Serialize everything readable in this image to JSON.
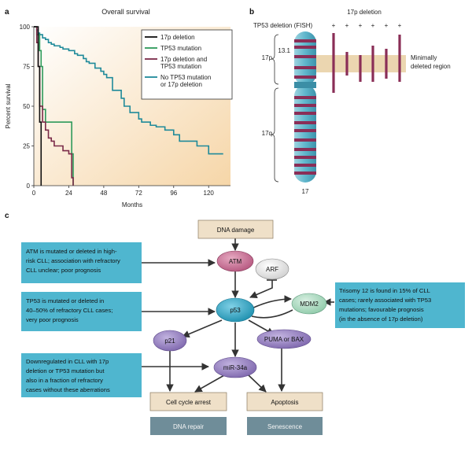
{
  "panel_a": {
    "letter": "a",
    "title": "Overall survival",
    "ylabel": "Percent survival",
    "xlabel": "Months",
    "yticks": [
      "100",
      "75",
      "50",
      "25",
      "0"
    ],
    "xticks": [
      "0",
      "24",
      "48",
      "72",
      "96",
      "120"
    ],
    "legend": [
      {
        "label_lines": [
          "17p deletion"
        ],
        "color": "#111111"
      },
      {
        "label_lines": [
          "TP53 mutation"
        ],
        "color": "#2e9a5a"
      },
      {
        "label_lines": [
          "17p deletion and",
          "TP53 mutation"
        ],
        "color": "#7a2a48"
      },
      {
        "label_lines": [
          "No TP53 mutation",
          "or 17p deletion"
        ],
        "color": "#1f8a9a"
      }
    ]
  },
  "chart_data": {
    "type": "line",
    "title": "Overall survival",
    "xlabel": "Months",
    "ylabel": "Percent survival",
    "xlim": [
      0,
      135
    ],
    "ylim": [
      0,
      100
    ],
    "series": [
      {
        "name": "17p deletion",
        "color": "#111111",
        "x": [
          0,
          2,
          3,
          3,
          4,
          4,
          5,
          5
        ],
        "y": [
          100,
          100,
          90,
          75,
          60,
          40,
          20,
          0
        ]
      },
      {
        "name": "TP53 mutation",
        "color": "#2e9a5a",
        "x": [
          0,
          2,
          4,
          5,
          6,
          6,
          8,
          8,
          26,
          26,
          27,
          27
        ],
        "y": [
          100,
          95,
          85,
          75,
          60,
          48,
          48,
          40,
          40,
          20,
          20,
          0
        ]
      },
      {
        "name": "17p deletion and TP53 mutation",
        "color": "#7a2a48",
        "x": [
          0,
          2,
          3,
          4,
          6,
          8,
          10,
          12,
          14,
          16,
          20,
          24,
          26,
          26,
          27,
          27
        ],
        "y": [
          100,
          90,
          75,
          50,
          40,
          35,
          30,
          28,
          25,
          25,
          22,
          20,
          12,
          5,
          5,
          0
        ]
      },
      {
        "name": "No TP53 mutation or 17p deletion",
        "color": "#1f8a9a",
        "x": [
          0,
          2,
          3,
          4,
          6,
          8,
          10,
          12,
          14,
          18,
          20,
          24,
          28,
          30,
          34,
          36,
          38,
          42,
          46,
          48,
          50,
          54,
          60,
          62,
          66,
          72,
          74,
          80,
          84,
          90,
          96,
          100,
          108,
          112,
          120,
          124,
          130
        ],
        "y": [
          100,
          98,
          96,
          95,
          93,
          92,
          90,
          89,
          88,
          87,
          86,
          85,
          83,
          82,
          80,
          78,
          77,
          74,
          72,
          70,
          68,
          60,
          55,
          50,
          46,
          42,
          40,
          38,
          37,
          35,
          32,
          28,
          28,
          25,
          20,
          20,
          20
        ]
      }
    ]
  },
  "panel_b": {
    "letter": "b",
    "tp53_label": "TP53 deletion (FISH)",
    "top_label": "17p deletion",
    "markers": [
      "+",
      "+",
      "+",
      "+",
      "+",
      "+"
    ],
    "arm_p": "17p",
    "arm_q": "17q",
    "band": "13.1",
    "chromosome_number": "17",
    "region_label_lines": [
      "Minimally",
      "deleted region"
    ],
    "colors": {
      "chromosome": "#5fb6cc",
      "bands": "#8a2e57",
      "region": "#e8cfa2"
    }
  },
  "panel_c": {
    "letter": "c",
    "nodes": {
      "dna_damage": "DNA damage",
      "atm": "ATM",
      "arf": "ARF",
      "p53": "p53",
      "mdm2": "MDM2",
      "p21": "p21",
      "puma": "PUMA or BAX",
      "mir": "miR-34a",
      "arrest": "Cell cycle arrest",
      "apoptosis": "Apoptosis",
      "repair": "DNA repair",
      "senescence": "Senescence"
    },
    "notes": {
      "atm": [
        "ATM is mutated or deleted in high-",
        "risk CLL; association with refractory",
        "CLL unclear; poor prognosis"
      ],
      "tp53": [
        "TP53 is mutated or deleted in",
        "40–50% of refractory CLL cases;",
        "very poor prognosis"
      ],
      "trisomy": [
        "Trisomy 12 is found in 15% of CLL",
        "cases; rarely associated with TP53",
        "mutations; favourable prognosis",
        "(in the absence of 17p deletion)"
      ],
      "mir": [
        "Downregulated in CLL with 17p",
        "deletion or TP53 mutation but",
        "also in a fraction of refractory",
        "cases without these aberrations"
      ]
    },
    "colors": {
      "note_box": "#4fb6cf",
      "tan_box": "#efe0c8",
      "grey_box": "#6f8d99",
      "atm": "#c26b8e",
      "p53": "#2a9fbf",
      "purple": "#8a74b8",
      "mdm2": "#9ed3bb"
    }
  }
}
